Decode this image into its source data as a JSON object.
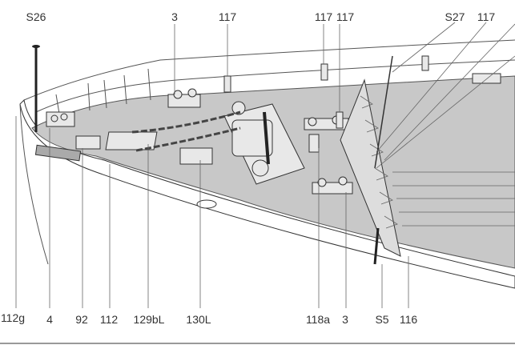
{
  "title": "Bow deck assembly diagram",
  "top_labels": [
    "S26",
    "3",
    "117",
    "117",
    "117",
    "S27",
    "117"
  ],
  "bottom_labels": [
    "112g",
    "4",
    "92",
    "112",
    "129bL",
    "130L",
    "118a",
    "3",
    "S5",
    "116"
  ],
  "colors": {
    "deck": "#c8c8c8",
    "hull": "#ffffff",
    "line": "#333333"
  }
}
